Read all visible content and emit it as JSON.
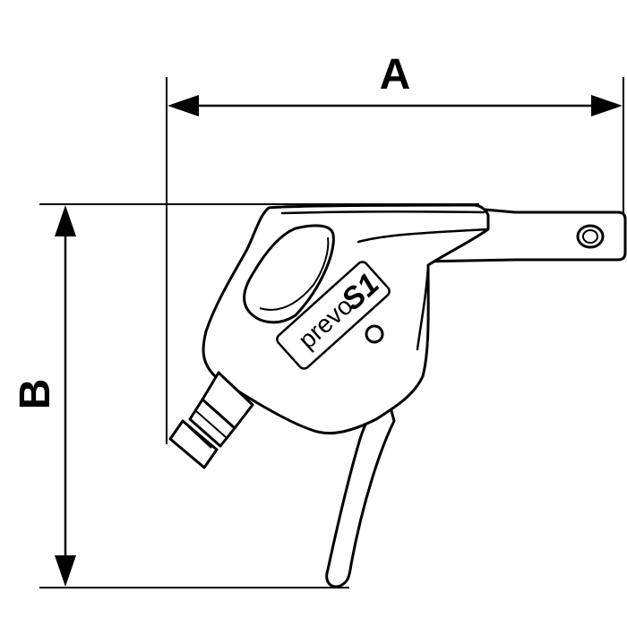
{
  "dimensions": {
    "a_label": "A",
    "b_label": "B"
  },
  "product": {
    "brand_text": "prevo",
    "brand_mark": "S1"
  },
  "colors": {
    "line": "#000000",
    "background": "#ffffff",
    "badge_fill": "#ffffff"
  }
}
